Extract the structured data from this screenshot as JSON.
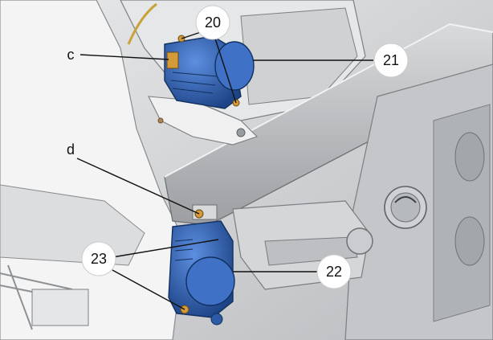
{
  "labels": {
    "callout_20": "20",
    "callout_21": "21",
    "callout_22": "22",
    "callout_23": "23",
    "letter_c": "c",
    "letter_d": "d"
  },
  "colors": {
    "actuator_blue": "#2e63b8",
    "actuator_dark": "#1d4487",
    "connector_orange": "#d39a3a",
    "body_grey": "#c9cbcd",
    "shadow_grey": "#8e9194"
  }
}
